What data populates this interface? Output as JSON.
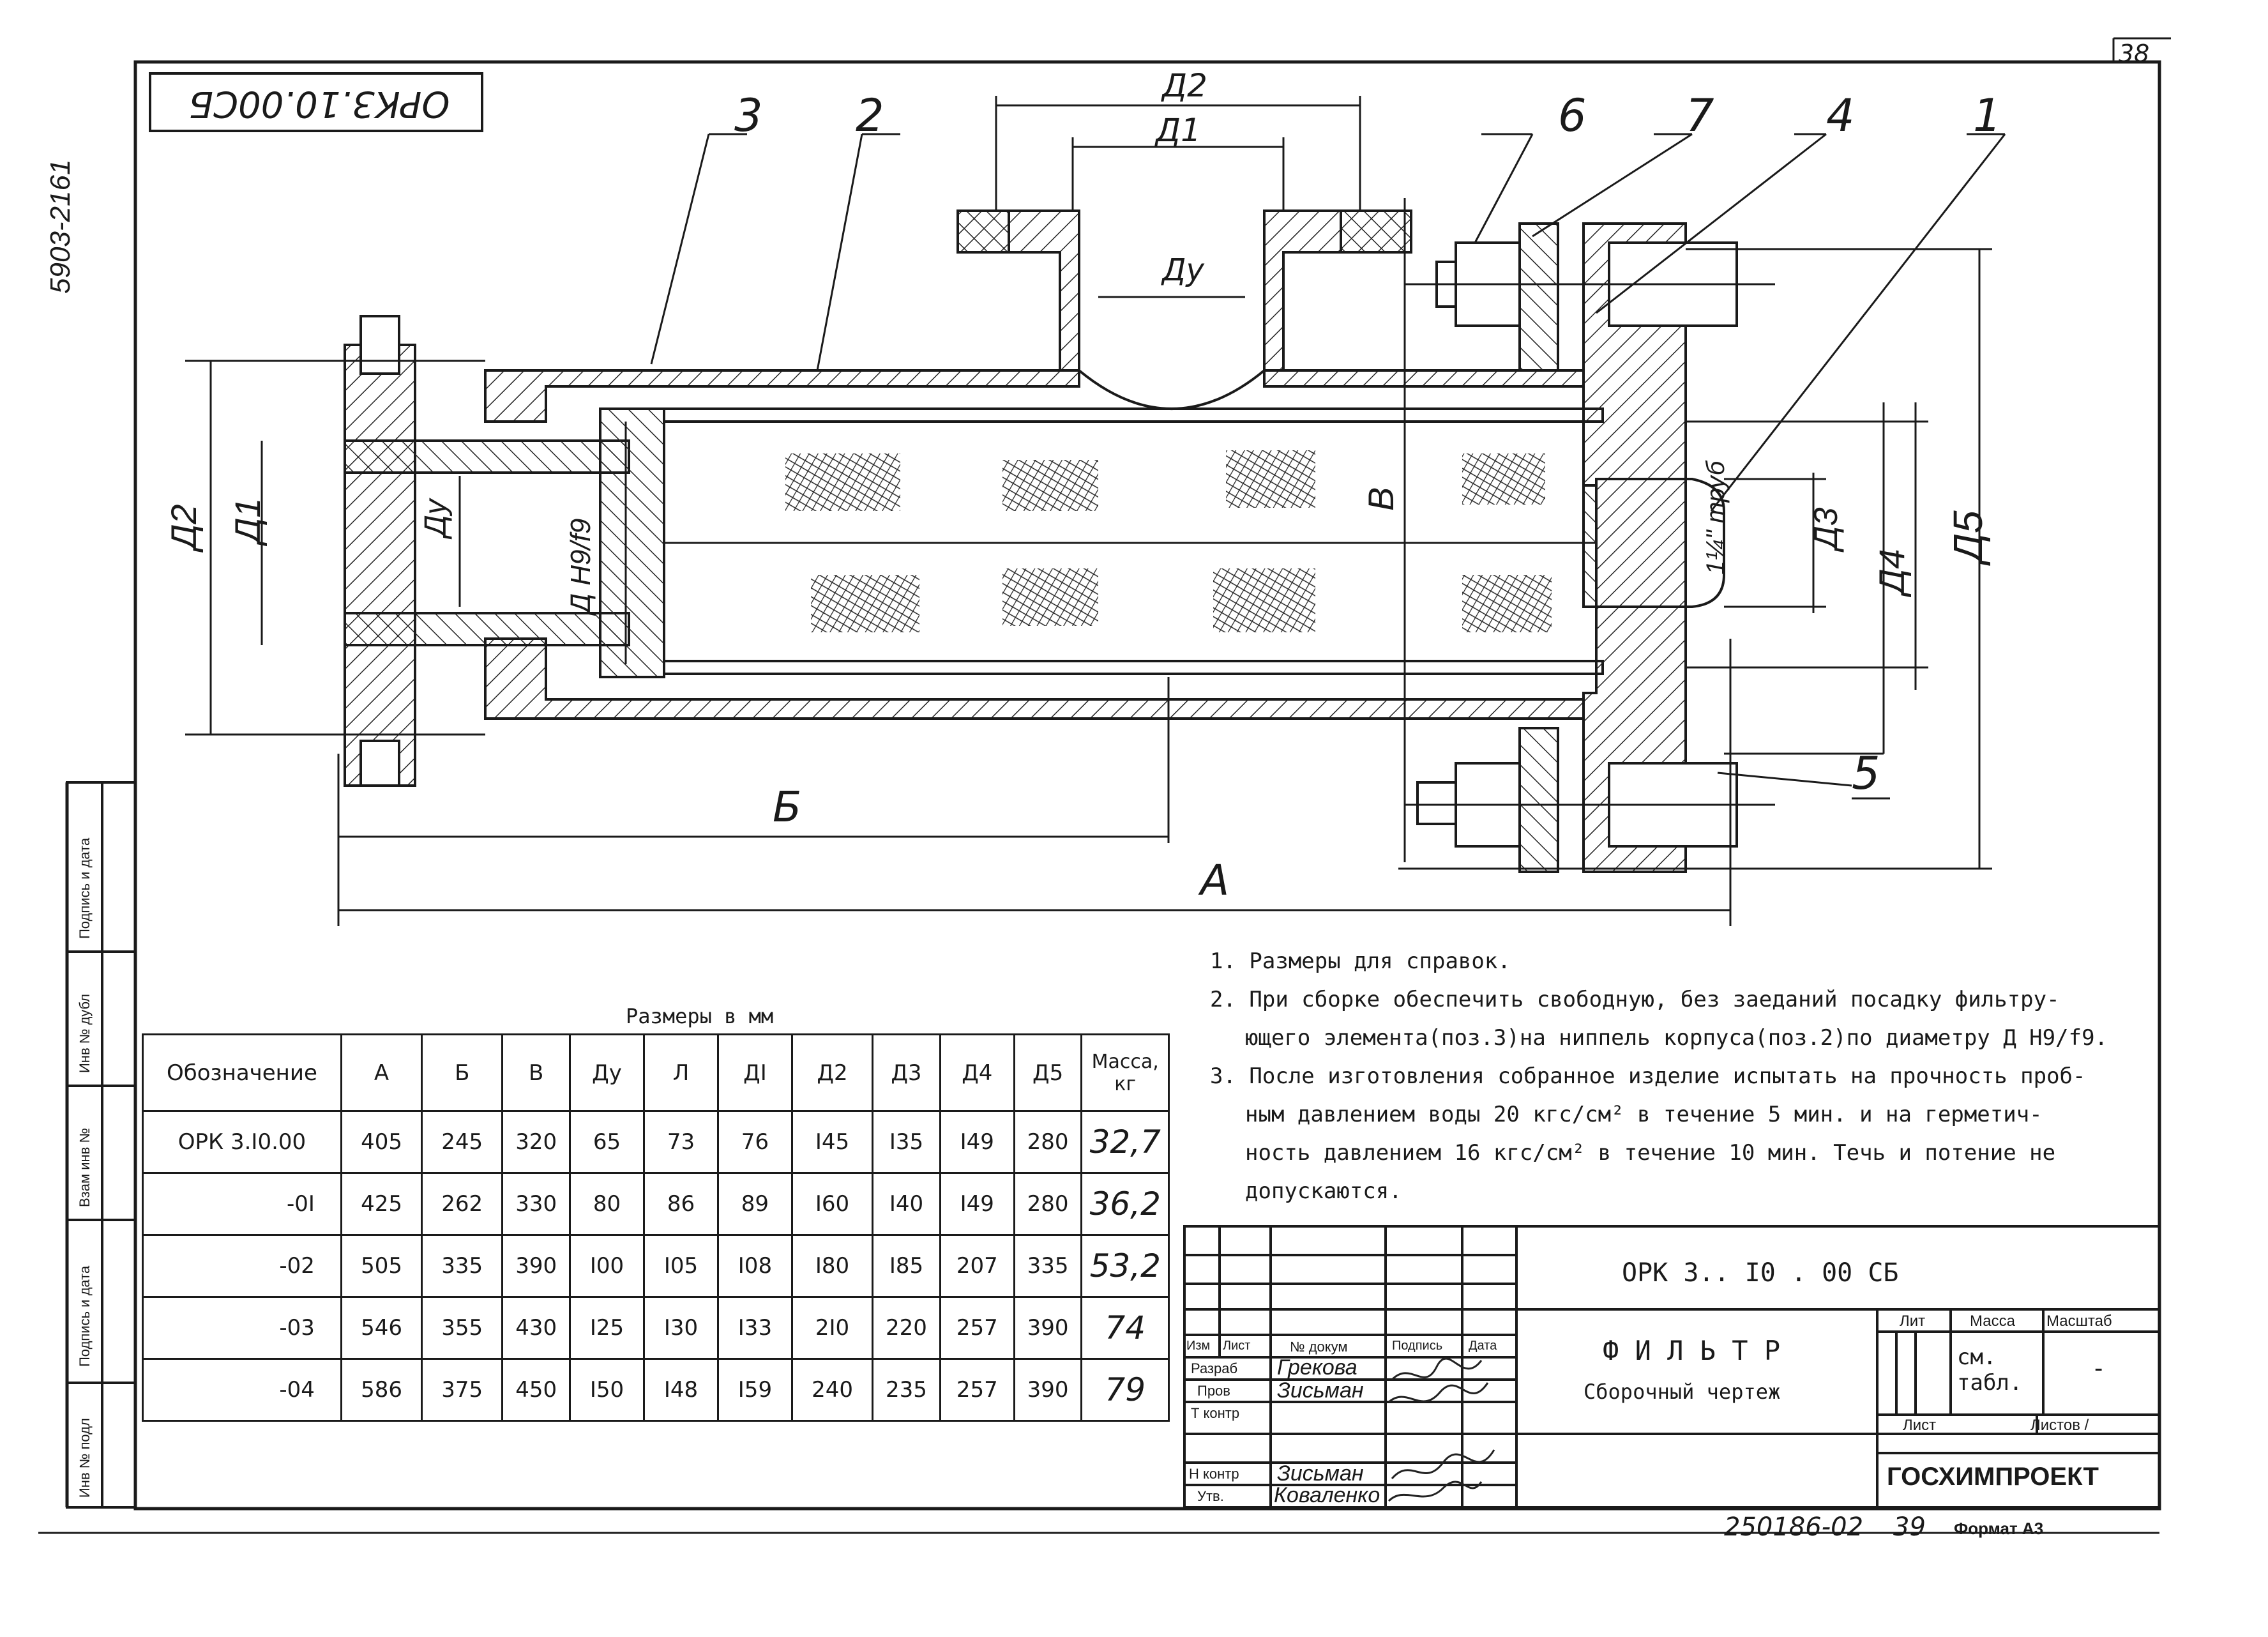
{
  "sheet_number": "38",
  "margin_code": "5903-2161",
  "mirrored_code": "ОРК3.10.00СБ",
  "labels": {
    "pos1": "1",
    "pos2": "2",
    "pos3": "3",
    "pos4": "4",
    "pos5": "5",
    "pos6": "6",
    "pos7": "7",
    "dim_A": "А",
    "dim_B": "Б",
    "dim_V": "В",
    "dim_D2_top": "Д2",
    "dim_D1_top": "Д1",
    "dim_Dy_top": "Ду",
    "dim_D2_left": "Д2",
    "dim_D1_left": "Д1",
    "dim_Dy_left": "Ду",
    "dim_D_fit": "Д H9/f9",
    "dim_D3": "Д3",
    "dim_D4": "Д4",
    "dim_D5": "Д5",
    "dim_thread": "1¼\" труб"
  },
  "notes": [
    "1. Размеры для справок.",
    "2. При сборке обеспечить свободную, без заеданий посадку фильтру-",
    "ющего элемента(поз.3)на ниппель корпуса(поз.2)по диаметру Д H9/f9.",
    "3. После изготовления собранное изделие испытать на прочность проб-",
    "ным давлением воды 20 кгс/см² в течение 5 мин. и на герметич-",
    "ность давлением 16 кгс/см² в течение 10 мин. Течь и потение не",
    "допускаются."
  ],
  "table": {
    "caption": "Размеры в мм",
    "headers": [
      "Обозначение",
      "А",
      "Б",
      "В",
      "Ду",
      "Л",
      "ДI",
      "Д2",
      "Д3",
      "Д4",
      "Д5",
      "Масса, кг"
    ],
    "rows": [
      [
        "ОРК 3.I0.00",
        "405",
        "245",
        "320",
        "65",
        "73",
        "76",
        "I45",
        "I35",
        "I49",
        "280",
        "32,7"
      ],
      [
        "-0I",
        "425",
        "262",
        "330",
        "80",
        "86",
        "89",
        "I60",
        "I40",
        "I49",
        "280",
        "36,2"
      ],
      [
        "-02",
        "505",
        "335",
        "390",
        "I00",
        "I05",
        "I08",
        "I80",
        "I85",
        "207",
        "335",
        "53,2"
      ],
      [
        "-03",
        "546",
        "355",
        "430",
        "I25",
        "I30",
        "I33",
        "2I0",
        "220",
        "257",
        "390",
        "74"
      ],
      [
        "-04",
        "586",
        "375",
        "450",
        "I50",
        "I48",
        "I59",
        "240",
        "235",
        "257",
        "390",
        "79"
      ]
    ]
  },
  "left_strip": [
    "Подпись и дата",
    "Инв № дубл",
    "Взам инв №",
    "Подпись и дата",
    "Инв № подл"
  ],
  "title_block": {
    "code": "ОРК 3.. I0 . 00  СБ",
    "title": "Ф И Л Ь Т Р",
    "subtitle": "Сборочный чертеж",
    "org": "ГОСХИМПРОЕКТ",
    "lit_label": "Лит",
    "mass_label": "Масса",
    "scale_label": "Масштаб",
    "mass_value": "см. табл.",
    "scale_value": "-",
    "sheet_label": "Лист",
    "sheets_label": "Листов /",
    "col_izm": "Изм",
    "col_list": "Лист",
    "col_doc": "№ докум",
    "col_sign": "Подпись",
    "col_date": "Дата",
    "r1_role": "Разраб",
    "r1_name": "Грекова",
    "r2_role": "Пров",
    "r2_name": "Зисьман",
    "r3_role": "Т контр",
    "r4_role": "Н контр",
    "r4_name": "Зисьман",
    "r5_role": "Утв.",
    "r5_name": "Коваленко"
  },
  "footer": {
    "number": "250186-02",
    "copy": "39",
    "format": "Формат А3"
  }
}
